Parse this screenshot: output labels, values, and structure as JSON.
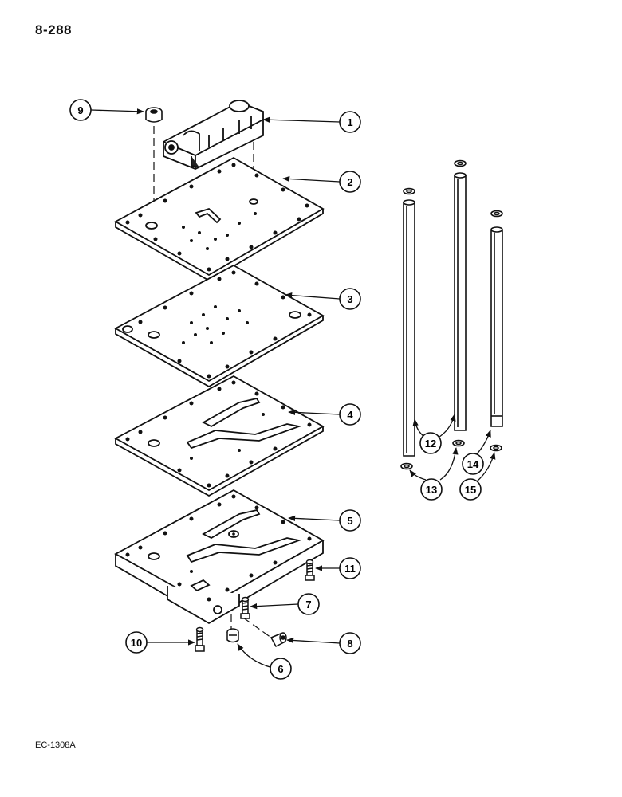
{
  "page": {
    "number": "8-288",
    "figure_code": "EC-1308A"
  },
  "callouts": [
    {
      "id": "c1",
      "label": "1"
    },
    {
      "id": "c2",
      "label": "2"
    },
    {
      "id": "c3",
      "label": "3"
    },
    {
      "id": "c4",
      "label": "4"
    },
    {
      "id": "c5",
      "label": "5"
    },
    {
      "id": "c6",
      "label": "6"
    },
    {
      "id": "c7",
      "label": "7"
    },
    {
      "id": "c8",
      "label": "8"
    },
    {
      "id": "c9",
      "label": "9"
    },
    {
      "id": "c10",
      "label": "10"
    },
    {
      "id": "c11",
      "label": "11"
    },
    {
      "id": "c12",
      "label": "12"
    },
    {
      "id": "c13",
      "label": "13"
    },
    {
      "id": "c14",
      "label": "14"
    },
    {
      "id": "c15",
      "label": "15"
    }
  ]
}
